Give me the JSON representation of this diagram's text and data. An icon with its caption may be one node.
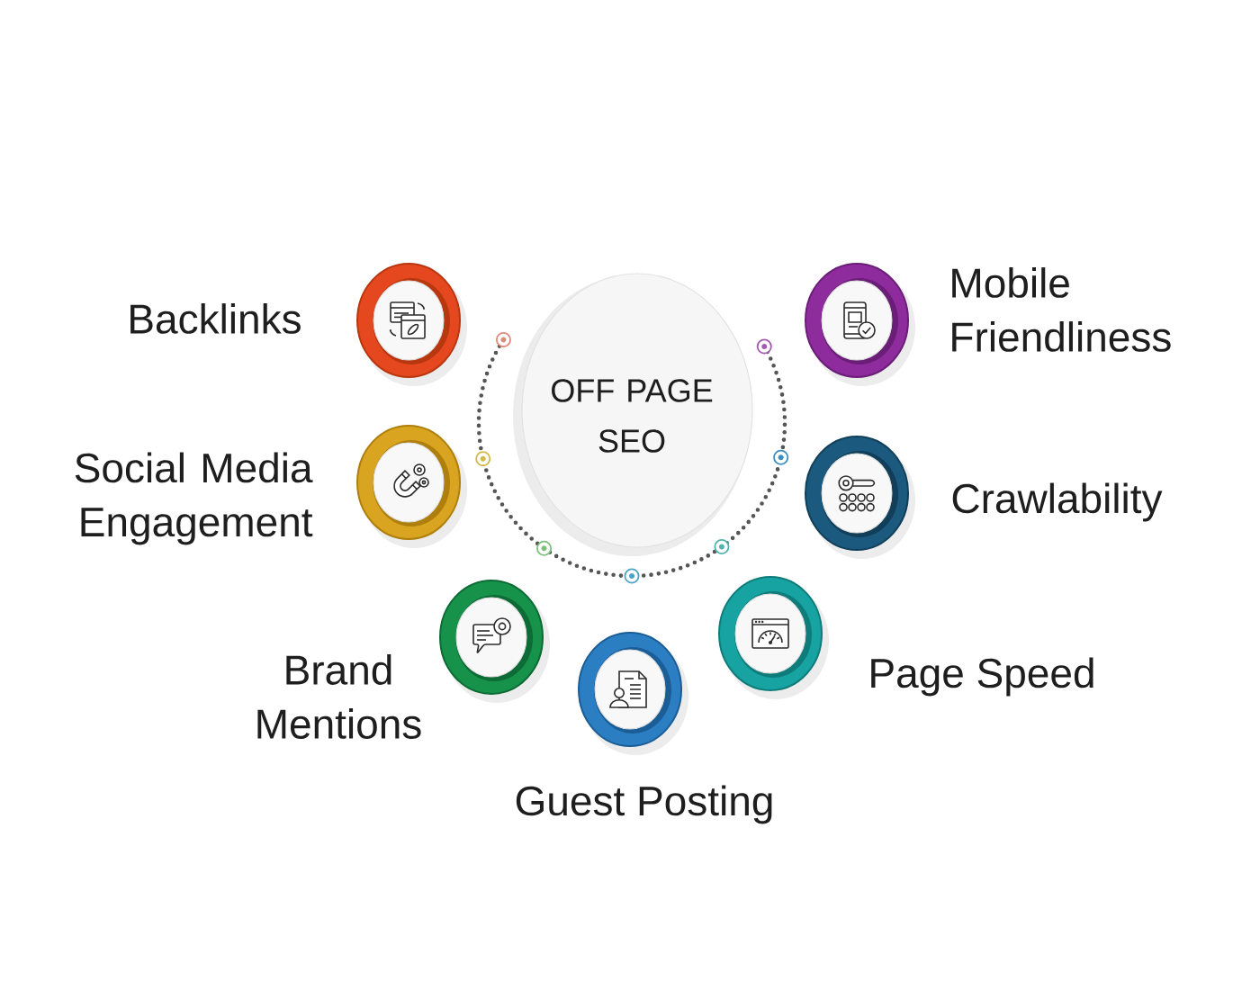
{
  "diagram": {
    "nodes": [
      {
        "text": [
          "OFF PAGE SEO"
        ]
      },
      {
        "text": [],
        "shape": "circle",
        "beside": [
          "Backlinks"
        ]
      },
      {
        "text": [],
        "shape": "circle",
        "beside": [
          "Mobile Friendliness"
        ]
      },
      {
        "text": [],
        "shape": "circle",
        "beside": [
          "Social Media Engagement"
        ]
      },
      {
        "text": [],
        "shape": "circle",
        "beside": [
          "Crawlability"
        ]
      },
      {
        "text": [],
        "shape": "circle",
        "beside": [
          "Brand Mentions"
        ]
      },
      {
        "text": [],
        "shape": "circle",
        "beside": [
          "Page Speed"
        ]
      },
      {
        "text": [],
        "shape": "circle",
        "beside": [
          "Guest Posting"
        ]
      }
    ]
  }
}
